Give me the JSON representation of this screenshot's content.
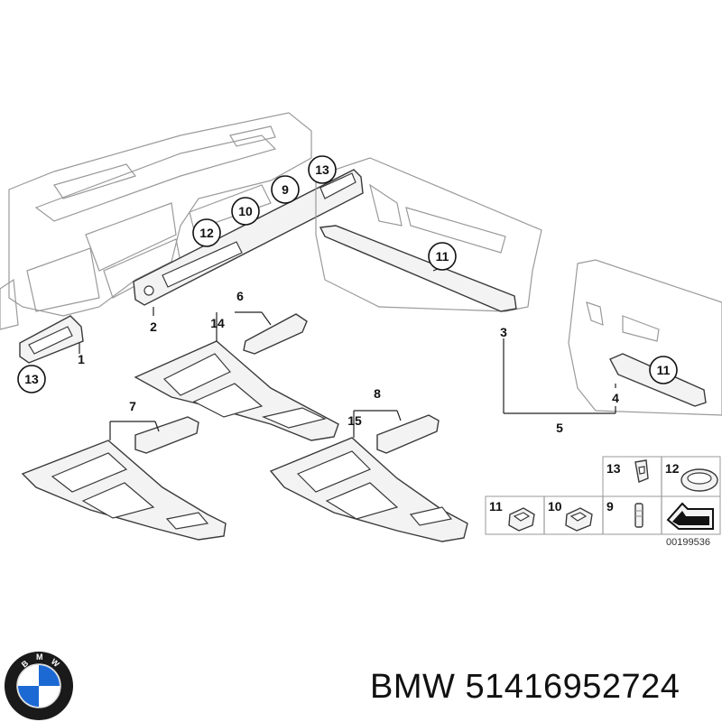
{
  "callouts": {
    "c1": "1",
    "c2": "2",
    "c3": "3",
    "c4": "4",
    "c5": "5",
    "c6": "6",
    "c7": "7",
    "c8": "8",
    "c9": "9",
    "c10": "10",
    "c11a": "11",
    "c11b": "11",
    "c12": "12",
    "c13a": "13",
    "c13b": "13",
    "c14": "14",
    "c15": "15"
  },
  "legend": {
    "l13": "13",
    "l12": "12",
    "l11": "11",
    "l10": "10",
    "l9": "9"
  },
  "drawing_id": "00199536",
  "footer": {
    "brand": "BMW",
    "part_number": "51416952724",
    "logo_letters": "BMW"
  },
  "colors": {
    "logo_blue": "#1c69d4",
    "logo_ring": "#1a1a1a"
  }
}
